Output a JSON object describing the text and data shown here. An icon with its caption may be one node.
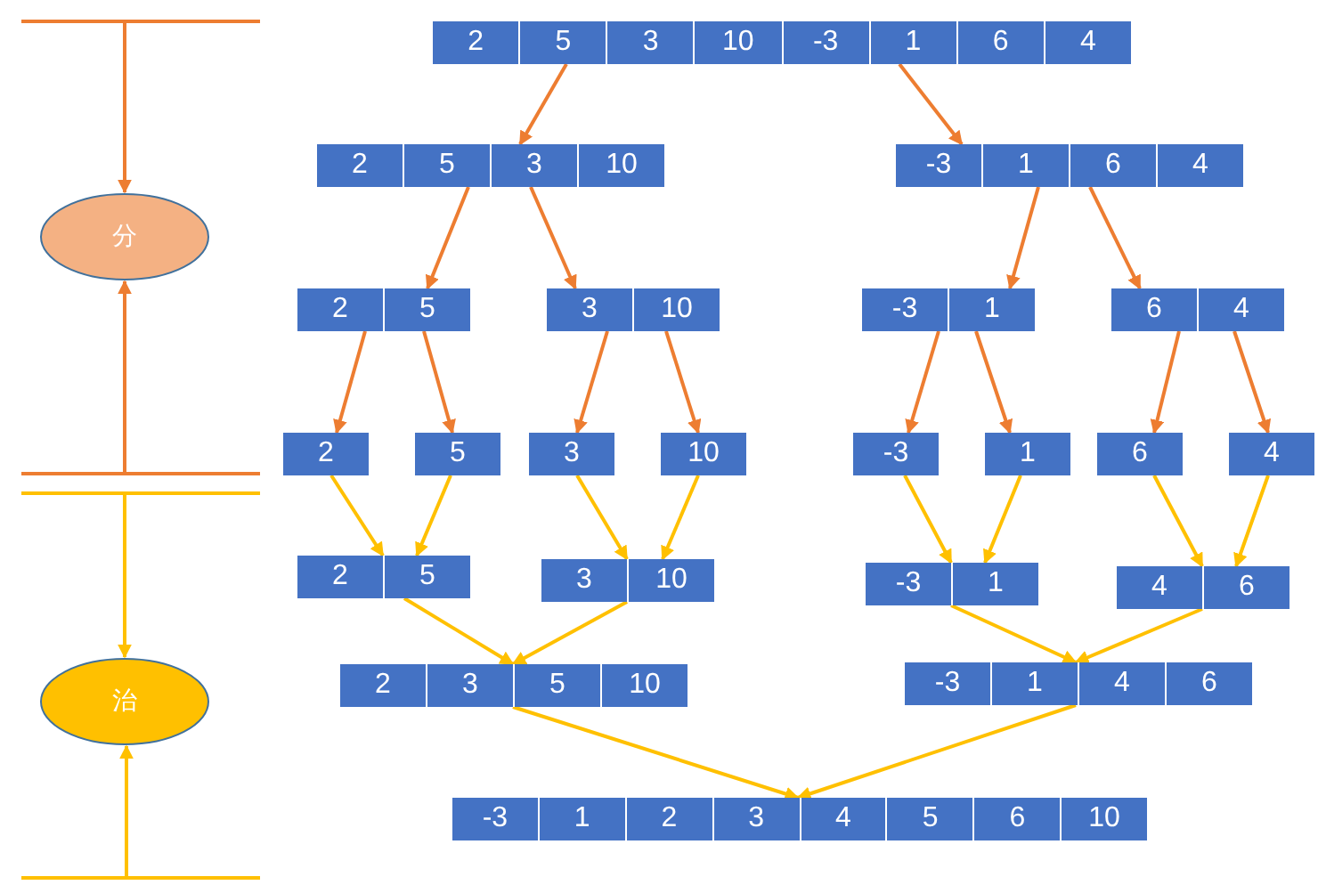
{
  "diagram": {
    "nodes": [
      {
        "text": [],
        "shape": "bar"
      },
      {
        "text": [
          "分"
        ]
      },
      {
        "text": [],
        "shape": "bar"
      },
      {
        "text": [],
        "shape": "bar"
      },
      {
        "text": [
          "治"
        ]
      },
      {
        "text": [],
        "shape": "bar"
      },
      {
        "text": [
          "2",
          "5",
          "3",
          "10",
          "-3",
          "1",
          "6",
          "4"
        ]
      },
      {
        "text": [
          "2",
          "5",
          "3",
          "10"
        ]
      },
      {
        "text": [
          "-3",
          "1",
          "6",
          "4"
        ]
      },
      {
        "text": [
          "2",
          "5"
        ]
      },
      {
        "text": [
          "3",
          "10"
        ]
      },
      {
        "text": [
          "-3",
          "1"
        ]
      },
      {
        "text": [
          "6",
          "4"
        ]
      },
      {
        "text": [
          "2"
        ]
      },
      {
        "text": [
          "5"
        ]
      },
      {
        "text": [
          "3"
        ]
      },
      {
        "text": [
          "10"
        ]
      },
      {
        "text": [
          "-3"
        ]
      },
      {
        "text": [
          "1"
        ]
      },
      {
        "text": [
          "6"
        ]
      },
      {
        "text": [
          "4"
        ]
      },
      {
        "text": [
          "2",
          "5"
        ]
      },
      {
        "text": [
          "3",
          "10"
        ]
      },
      {
        "text": [
          "-3",
          "1"
        ]
      },
      {
        "text": [
          "4",
          "6"
        ]
      },
      {
        "text": [
          "2",
          "3",
          "5",
          "10"
        ]
      },
      {
        "text": [
          "-3",
          "1",
          "4",
          "6"
        ]
      },
      {
        "text": [
          "-3",
          "1",
          "2",
          "3",
          "4",
          "5",
          "6",
          "10"
        ]
      }
    ],
    "edges": [
      {
        "from": 0,
        "to": 1,
        "arrow": "to"
      },
      {
        "from": 2,
        "to": 1,
        "arrow": "to"
      },
      {
        "from": 3,
        "to": 4,
        "arrow": "to",
        "color": "#ffc000"
      },
      {
        "from": 5,
        "to": 4,
        "arrow": "to",
        "color": "#ffc000"
      },
      {
        "from": 6,
        "to": 7,
        "arrow": "to"
      },
      {
        "from": 6,
        "to": 8,
        "arrow": "to"
      },
      {
        "from": 7,
        "to": 9,
        "arrow": "to"
      },
      {
        "from": 7,
        "to": 10,
        "arrow": "to"
      },
      {
        "from": 8,
        "to": 11,
        "arrow": "to"
      },
      {
        "from": 8,
        "to": 12,
        "arrow": "to"
      },
      {
        "from": 9,
        "to": 13,
        "arrow": "to"
      },
      {
        "from": 9,
        "to": 14,
        "arrow": "to"
      },
      {
        "from": 10,
        "to": 15,
        "arrow": "to"
      },
      {
        "from": 10,
        "to": 16,
        "arrow": "to"
      },
      {
        "from": 11,
        "to": 17,
        "arrow": "to"
      },
      {
        "from": 11,
        "to": 18,
        "arrow": "to"
      },
      {
        "from": 12,
        "to": 19,
        "arrow": "to"
      },
      {
        "from": 12,
        "to": 20,
        "arrow": "to"
      },
      {
        "from": 13,
        "to": 21,
        "arrow": "to",
        "color": "#ffc000"
      },
      {
        "from": 14,
        "to": 21,
        "arrow": "to",
        "color": "#ffc000"
      },
      {
        "from": 15,
        "to": 22,
        "arrow": "to",
        "color": "#ffc000"
      },
      {
        "from": 16,
        "to": 22,
        "arrow": "to",
        "color": "#ffc000"
      },
      {
        "from": 17,
        "to": 23,
        "arrow": "to",
        "color": "#ffc000"
      },
      {
        "from": 18,
        "to": 23,
        "arrow": "to",
        "color": "#ffc000"
      },
      {
        "from": 19,
        "to": 24,
        "arrow": "to",
        "color": "#ffc000"
      },
      {
        "from": 20,
        "to": 24,
        "arrow": "to",
        "color": "#ffc000"
      },
      {
        "from": 21,
        "to": 25,
        "arrow": "to",
        "color": "#ffc000"
      },
      {
        "from": 22,
        "to": 25,
        "arrow": "to",
        "color": "#ffc000"
      },
      {
        "from": 23,
        "to": 26,
        "arrow": "to",
        "color": "#ffc000"
      },
      {
        "from": 24,
        "to": 26,
        "arrow": "to",
        "color": "#ffc000"
      },
      {
        "from": 25,
        "to": 27,
        "arrow": "to",
        "color": "#ffc000"
      },
      {
        "from": 26,
        "to": 27,
        "arrow": "to",
        "color": "#ffc000"
      }
    ]
  }
}
